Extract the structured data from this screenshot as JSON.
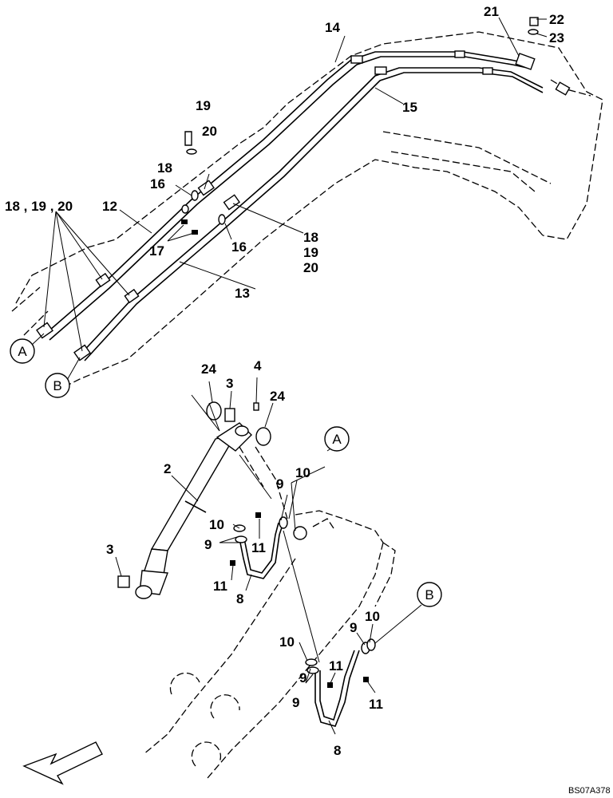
{
  "labels": {
    "l2": "2",
    "l3a": "3",
    "l3b": "3",
    "l4": "4",
    "l8a": "8",
    "l8b": "8",
    "l9a": "9",
    "l9b": "9",
    "l9c": "9",
    "l9d": "9",
    "l9e": "9",
    "l10a": "10",
    "l10b": "10",
    "l10c": "10",
    "l10d": "10",
    "l11a": "11",
    "l11b": "11",
    "l11c": "11",
    "l11d": "11",
    "l12": "12",
    "l13": "13",
    "l14": "14",
    "l15": "15",
    "l16a": "16",
    "l16b": "16",
    "l17": "17",
    "l18a": "18",
    "l18b": "18",
    "l19a": "19",
    "l19b": "19",
    "l20a": "20",
    "l20b": "20",
    "l18_19_20": "18 , 19 , 20",
    "l21": "21",
    "l22": "22",
    "l23": "23",
    "l24a": "24",
    "l24b": "24"
  },
  "markers": {
    "a_top": "A",
    "b_top": "B",
    "a_mid": "A",
    "b_mid": "B"
  },
  "drawing_code": "BS07A378"
}
